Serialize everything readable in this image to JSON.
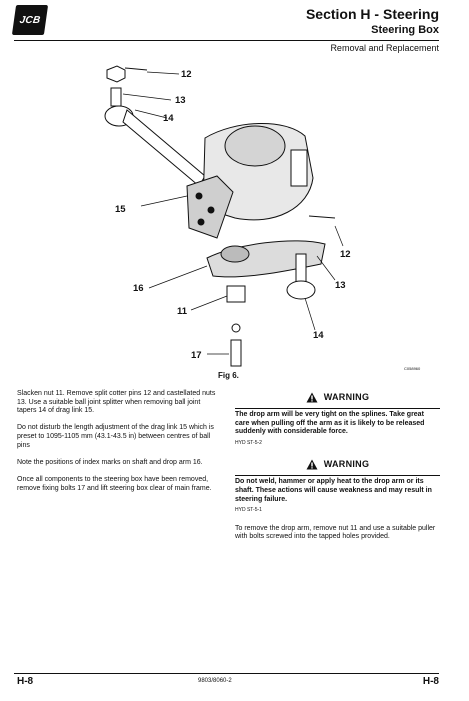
{
  "header": {
    "logo_text": "JCB",
    "section_title": "Section H - Steering",
    "section_subtitle": "Steering Box",
    "page_heading": "Removal and Replacement"
  },
  "figure": {
    "caption": "Fig 6.",
    "drawing_code": "C058960",
    "callouts": [
      "12",
      "13",
      "14",
      "15",
      "12",
      "13",
      "16",
      "11",
      "14",
      "17"
    ]
  },
  "left_column": {
    "paragraphs": [
      "Slacken nut 11. Remove split cotter pins 12 and castellated nuts 13. Use a suitable ball joint splitter when removing ball joint tapers 14 of drag link 15.",
      "Do not disturb the length adjustment of the drag link 15 which is preset to 1095-1105 mm (43.1-43.5 in) between centres of ball pins",
      "Note the positions of index marks on shaft and drop arm 16.",
      "Once all components to the steering box have been removed, remove fixing bolts 17 and lift steering box clear of main frame."
    ]
  },
  "right_column": {
    "warnings": [
      {
        "title": "WARNING",
        "text": "The drop arm will be very tight on the splines. Take great care when pulling off the arm as it is likely to be released suddenly with considerable force.",
        "ref": "HYD ST-5-2"
      },
      {
        "title": "WARNING",
        "text": "Do not weld, hammer or apply heat to the drop arm or its shaft. These actions will cause weakness and may result in steering failure.",
        "ref": "HYD ST-5-1"
      }
    ],
    "instruction": "To remove the drop arm, remove nut 11 and use a suitable puller with bolts screwed into the tapped holes provided."
  },
  "footer": {
    "left": "H-8",
    "center": "9803/8060-2",
    "right": "H-8"
  }
}
